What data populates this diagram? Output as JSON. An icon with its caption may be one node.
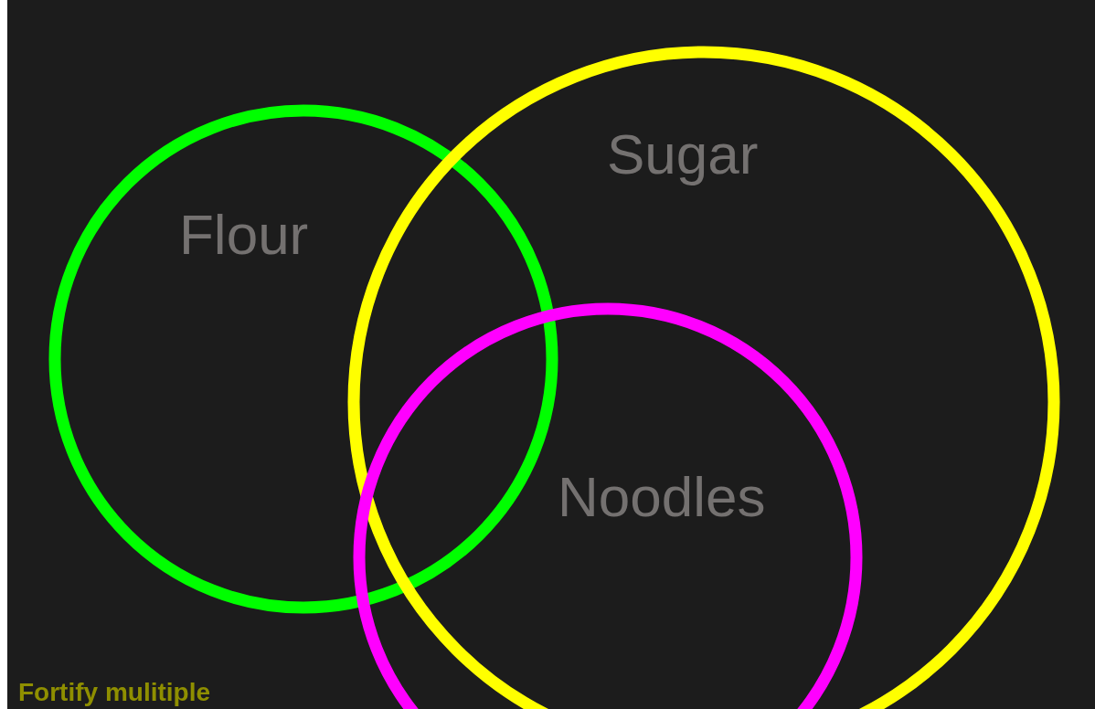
{
  "diagram": {
    "nodes": [
      {
        "text": [
          "Flour"
        ]
      },
      {
        "text": [
          "Sugar"
        ]
      },
      {
        "text": [
          "Noodles"
        ]
      }
    ],
    "labels": [
      "Fortify mulitiple"
    ]
  }
}
